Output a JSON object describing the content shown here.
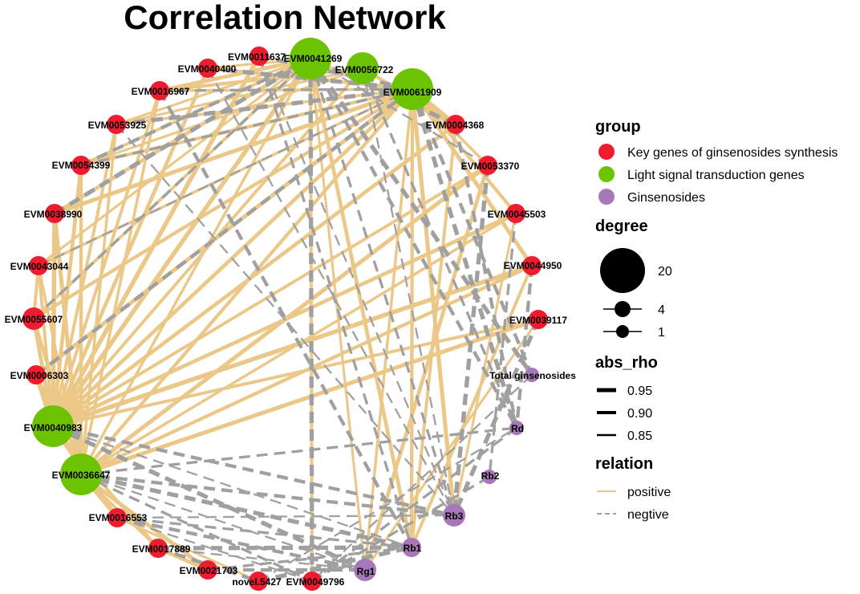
{
  "title": "Correlation Network",
  "colors": {
    "key_gene": "#ee1c2e",
    "light_gene": "#6cc400",
    "ginsenoside": "#a678b8",
    "positive_edge": "#ecc888",
    "negative_edge": "#a0a0a0"
  },
  "legend": {
    "group": {
      "title": "group",
      "items": [
        {
          "label": "Key genes of ginsenosides synthesis",
          "color": "#ee1c2e"
        },
        {
          "label": "Light signal transduction genes",
          "color": "#6cc400"
        },
        {
          "label": "Ginsenosides",
          "color": "#a678b8"
        }
      ]
    },
    "degree": {
      "title": "degree",
      "items": [
        {
          "label": "20",
          "value": 20
        },
        {
          "label": "4",
          "value": 4
        },
        {
          "label": "1",
          "value": 1
        }
      ]
    },
    "abs_rho": {
      "title": "abs_rho",
      "items": [
        {
          "label": "0.95",
          "value": 0.95
        },
        {
          "label": "0.90",
          "value": 0.9
        },
        {
          "label": "0.85",
          "value": 0.85
        }
      ]
    },
    "relation": {
      "title": "relation",
      "items": [
        {
          "label": "positive",
          "style": "solid",
          "color": "#ecc888"
        },
        {
          "label": "negtive",
          "style": "dashed",
          "color": "#a0a0a0"
        }
      ]
    }
  },
  "nodes": [
    {
      "id": "EVM0041269",
      "group": "light"
    },
    {
      "id": "EVM0056722",
      "group": "light"
    },
    {
      "id": "EVM0061909",
      "group": "light"
    },
    {
      "id": "EVM0004368",
      "group": "key"
    },
    {
      "id": "EVM0053370",
      "group": "key"
    },
    {
      "id": "EVM0045503",
      "group": "key"
    },
    {
      "id": "EVM0044950",
      "group": "key"
    },
    {
      "id": "EVM0039117",
      "group": "key"
    },
    {
      "id": "Total ginsenosides",
      "group": "ginsenoside"
    },
    {
      "id": "Rd",
      "group": "ginsenoside"
    },
    {
      "id": "Rb2",
      "group": "ginsenoside"
    },
    {
      "id": "Rb3",
      "group": "ginsenoside"
    },
    {
      "id": "Rb1",
      "group": "ginsenoside"
    },
    {
      "id": "Rg1",
      "group": "ginsenoside"
    },
    {
      "id": "EVM0049796",
      "group": "key"
    },
    {
      "id": "novel.5427",
      "group": "key"
    },
    {
      "id": "EVM0021703",
      "group": "key"
    },
    {
      "id": "EVM0017889",
      "group": "key"
    },
    {
      "id": "EVM0016553",
      "group": "key"
    },
    {
      "id": "EVM0036647",
      "group": "light"
    },
    {
      "id": "EVM0040983",
      "group": "light"
    },
    {
      "id": "EVM0006303",
      "group": "key"
    },
    {
      "id": "EVM0055607",
      "group": "key"
    },
    {
      "id": "EVM0043044",
      "group": "key"
    },
    {
      "id": "EVM0038990",
      "group": "key"
    },
    {
      "id": "EVM0054399",
      "group": "key"
    },
    {
      "id": "EVM0053925",
      "group": "key"
    },
    {
      "id": "EVM0016967",
      "group": "key"
    },
    {
      "id": "EVM0040400",
      "group": "key"
    },
    {
      "id": "EVM0011637",
      "group": "key"
    }
  ]
}
